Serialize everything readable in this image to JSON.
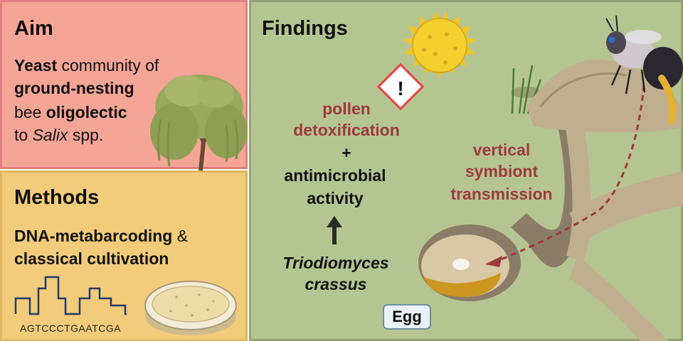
{
  "aim": {
    "heading": "Aim",
    "line1_bold": "Yeast",
    "line1_rest": " community of",
    "line2_bold": "ground-nesting",
    "line3_plain": "bee ",
    "line3_bold": "oligolectic",
    "line4_plain": "to ",
    "line4_italic": "Salix",
    "line4_rest": " spp."
  },
  "methods": {
    "heading": "Methods",
    "line1_bold": "DNA-metabarcoding",
    "line1_rest": " &",
    "line2_bold": "classical cultivation",
    "sequence": "AGTCCCTGAATCGA"
  },
  "findings": {
    "heading": "Findings",
    "pollen_line1": "pollen",
    "pollen_line2": "detoxification",
    "plus": "+",
    "antimicrobial_line1": "antimicrobial",
    "antimicrobial_line2": "activity",
    "yeast_line1": "Triodiomyces",
    "yeast_line2": "crassus",
    "transmission_line1": "vertical",
    "transmission_line2": "symbiont",
    "transmission_line3": "transmission",
    "egg": "Egg",
    "warning_symbol": "!"
  },
  "colors": {
    "aim_bg": "#f4a596",
    "methods_bg": "#f2cc7a",
    "findings_bg": "#b5c592",
    "accent_red": "#9d3a3c"
  }
}
